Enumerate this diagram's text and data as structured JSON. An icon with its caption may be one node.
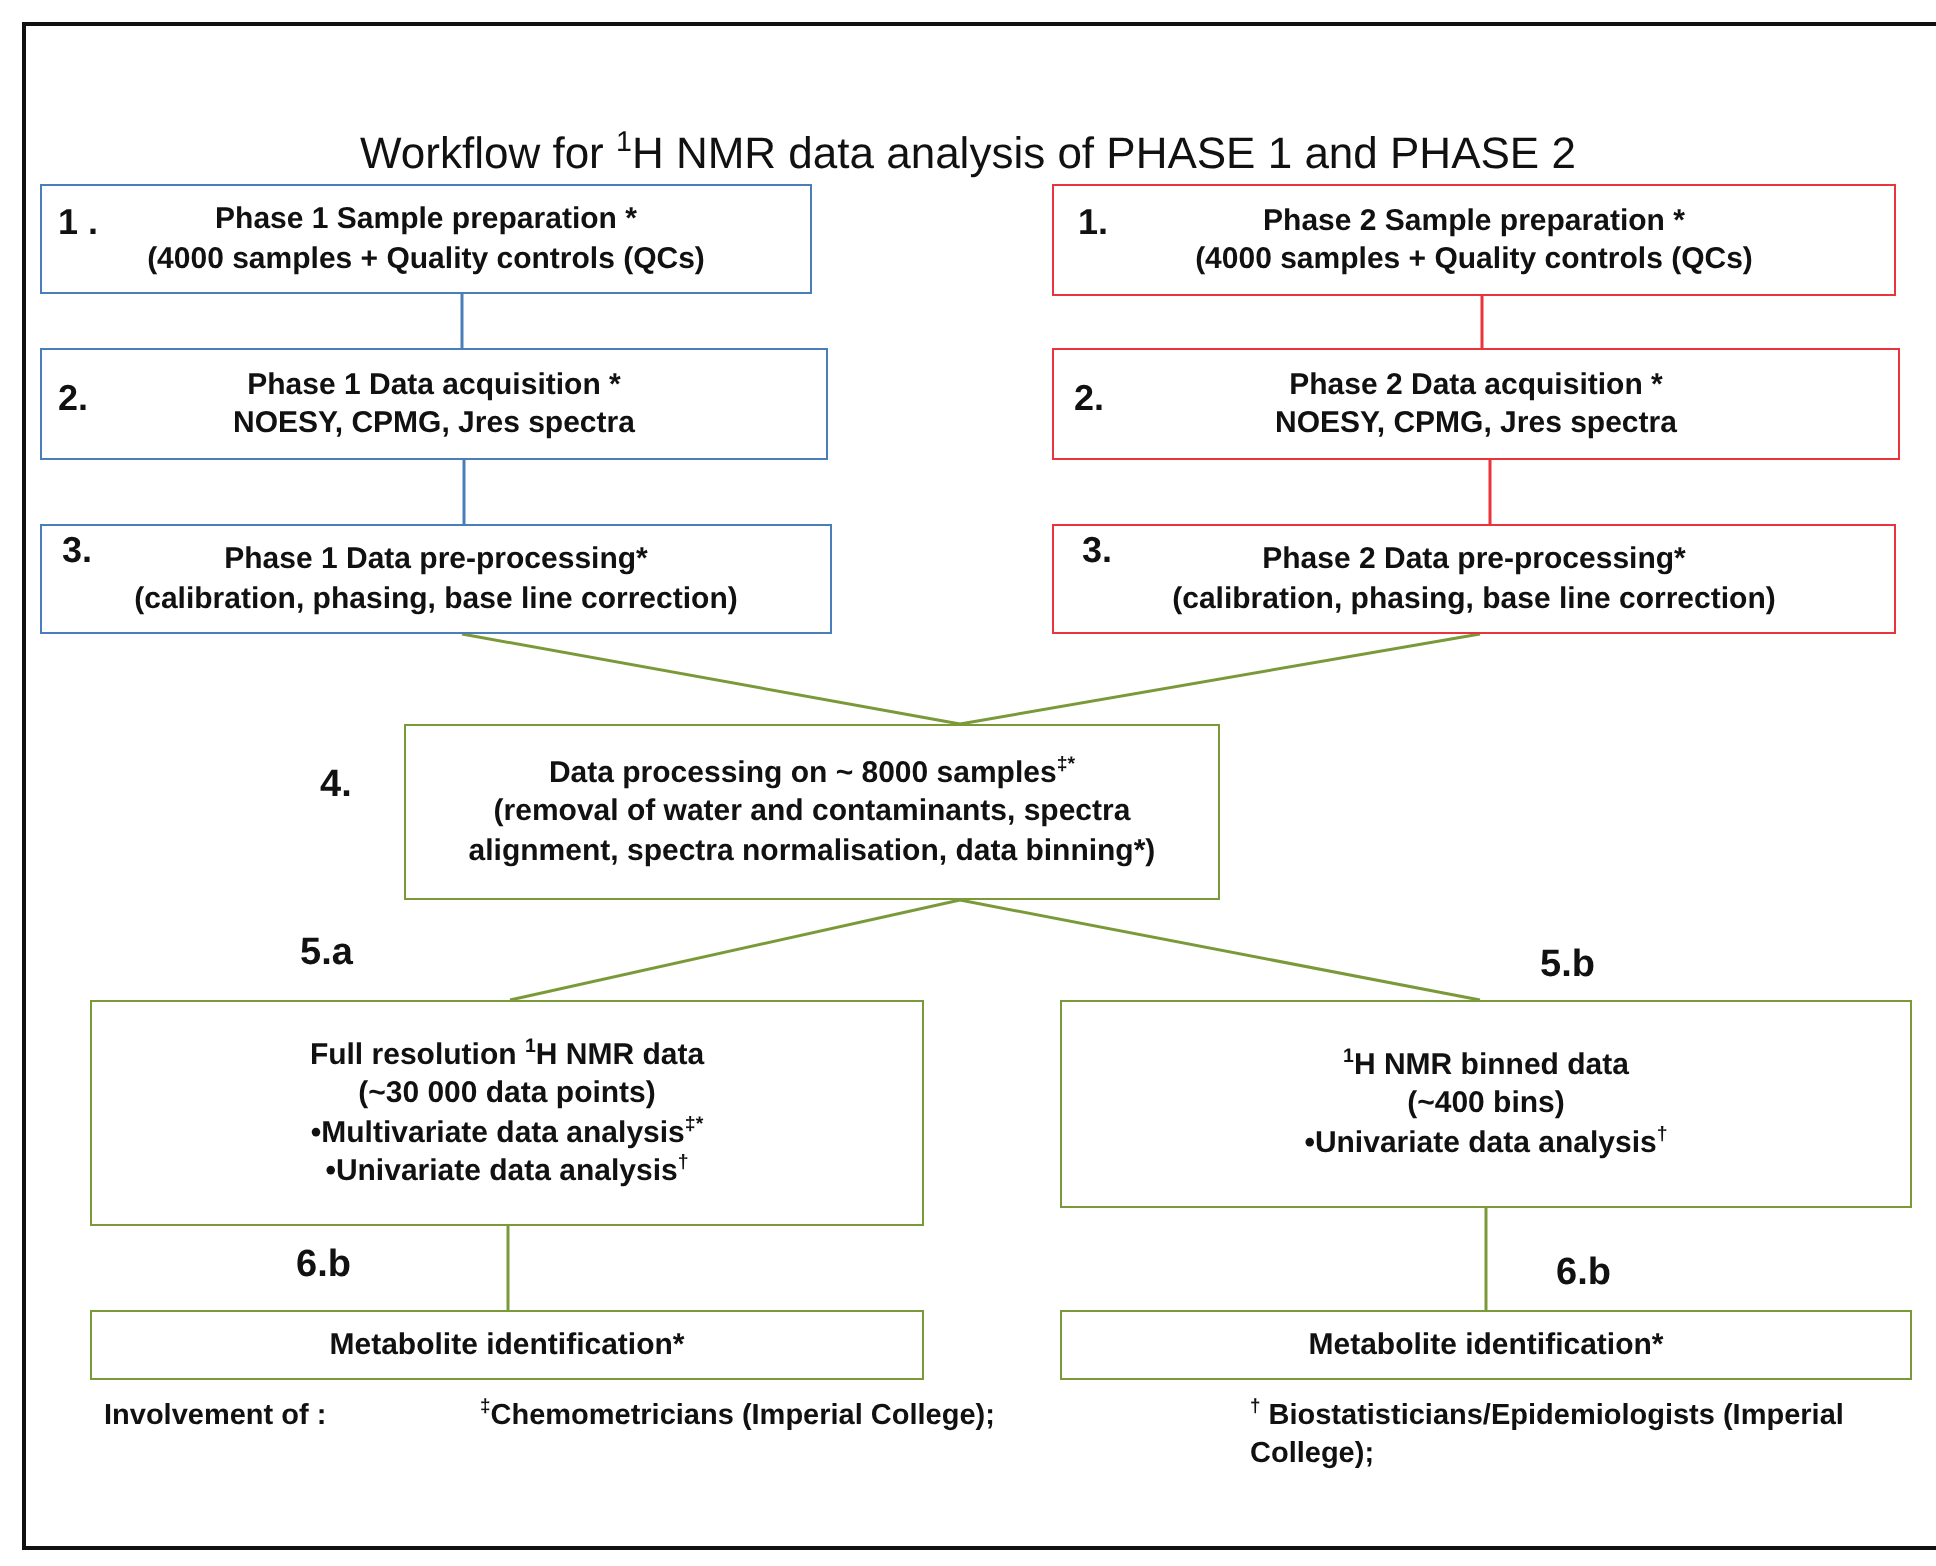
{
  "diagram": {
    "title": "Workflow for $^{1}$H NMR data analysis of PHASE 1 and PHASE 2",
    "nodes": [
      {
        "text": [
          "1 .",
          "Phase 1 Sample preparation *",
          "(4000 samples + Quality controls (QCs)"
        ]
      },
      {
        "text": [
          "2.",
          "Phase 1 Data acquisition *",
          "NOESY, CPMG, Jres spectra"
        ]
      },
      {
        "text": [
          "3.",
          "Phase 1 Data pre-processing*",
          "(calibration, phasing, base line correction)"
        ]
      },
      {
        "text": [
          "1.",
          "Phase 2 Sample preparation *",
          "(4000 samples + Quality controls (QCs)"
        ]
      },
      {
        "text": [
          "2.",
          "Phase 2 Data acquisition *",
          "NOESY, CPMG, Jres spectra"
        ]
      },
      {
        "text": [
          "3.",
          "Phase 2 Data pre-processing*",
          "(calibration, phasing, base line correction)"
        ]
      },
      {
        "text": [
          "Data processing on ~ 8000 samples$^{‡*}$",
          "(removal of water and contaminants, spectra alignment, spectra normalisation, data binning*)"
        ],
        "beside": [
          "4."
        ]
      },
      {
        "text": [
          "Full resolution $^{1}$H NMR data",
          "(~30 000 data points)",
          "•Multivariate data analysis$^{‡*}$",
          "•Univariate data analysis$^{†}$"
        ],
        "beside": [
          "5.a"
        ]
      },
      {
        "text": [
          "$^{1}$H NMR binned data",
          "(~400 bins)",
          "•Univariate data analysis$^{†}$"
        ],
        "beside": [
          "5.b"
        ]
      },
      {
        "text": [
          "Metabolite identification*"
        ],
        "beside": [
          "6.b"
        ]
      },
      {
        "text": [
          "Metabolite identification*"
        ],
        "beside": [
          "6.b"
        ]
      }
    ],
    "edges": [
      {
        "from": 0,
        "to": 1,
        "arrow": "none",
        "color": "#4a7ebb"
      },
      {
        "from": 1,
        "to": 2,
        "arrow": "none",
        "color": "#4a7ebb"
      },
      {
        "from": 3,
        "to": 4,
        "arrow": "none",
        "color": "#e8343a"
      },
      {
        "from": 4,
        "to": 5,
        "arrow": "none",
        "color": "#e8343a"
      },
      {
        "from": 2,
        "to": 6,
        "arrow": "none"
      },
      {
        "from": 5,
        "to": 6,
        "arrow": "none"
      },
      {
        "from": 6,
        "to": 7,
        "arrow": "none"
      },
      {
        "from": 6,
        "to": 8,
        "arrow": "none"
      },
      {
        "from": 7,
        "to": 9,
        "arrow": "none"
      },
      {
        "from": 8,
        "to": 10,
        "arrow": "none"
      }
    ],
    "labels": [
      "Involvement of :",
      "$^{‡}$Chemometricians (Imperial College);",
      "$^{†}$ Biostatisticians/Epidemiologists (Imperial College);"
    ]
  }
}
